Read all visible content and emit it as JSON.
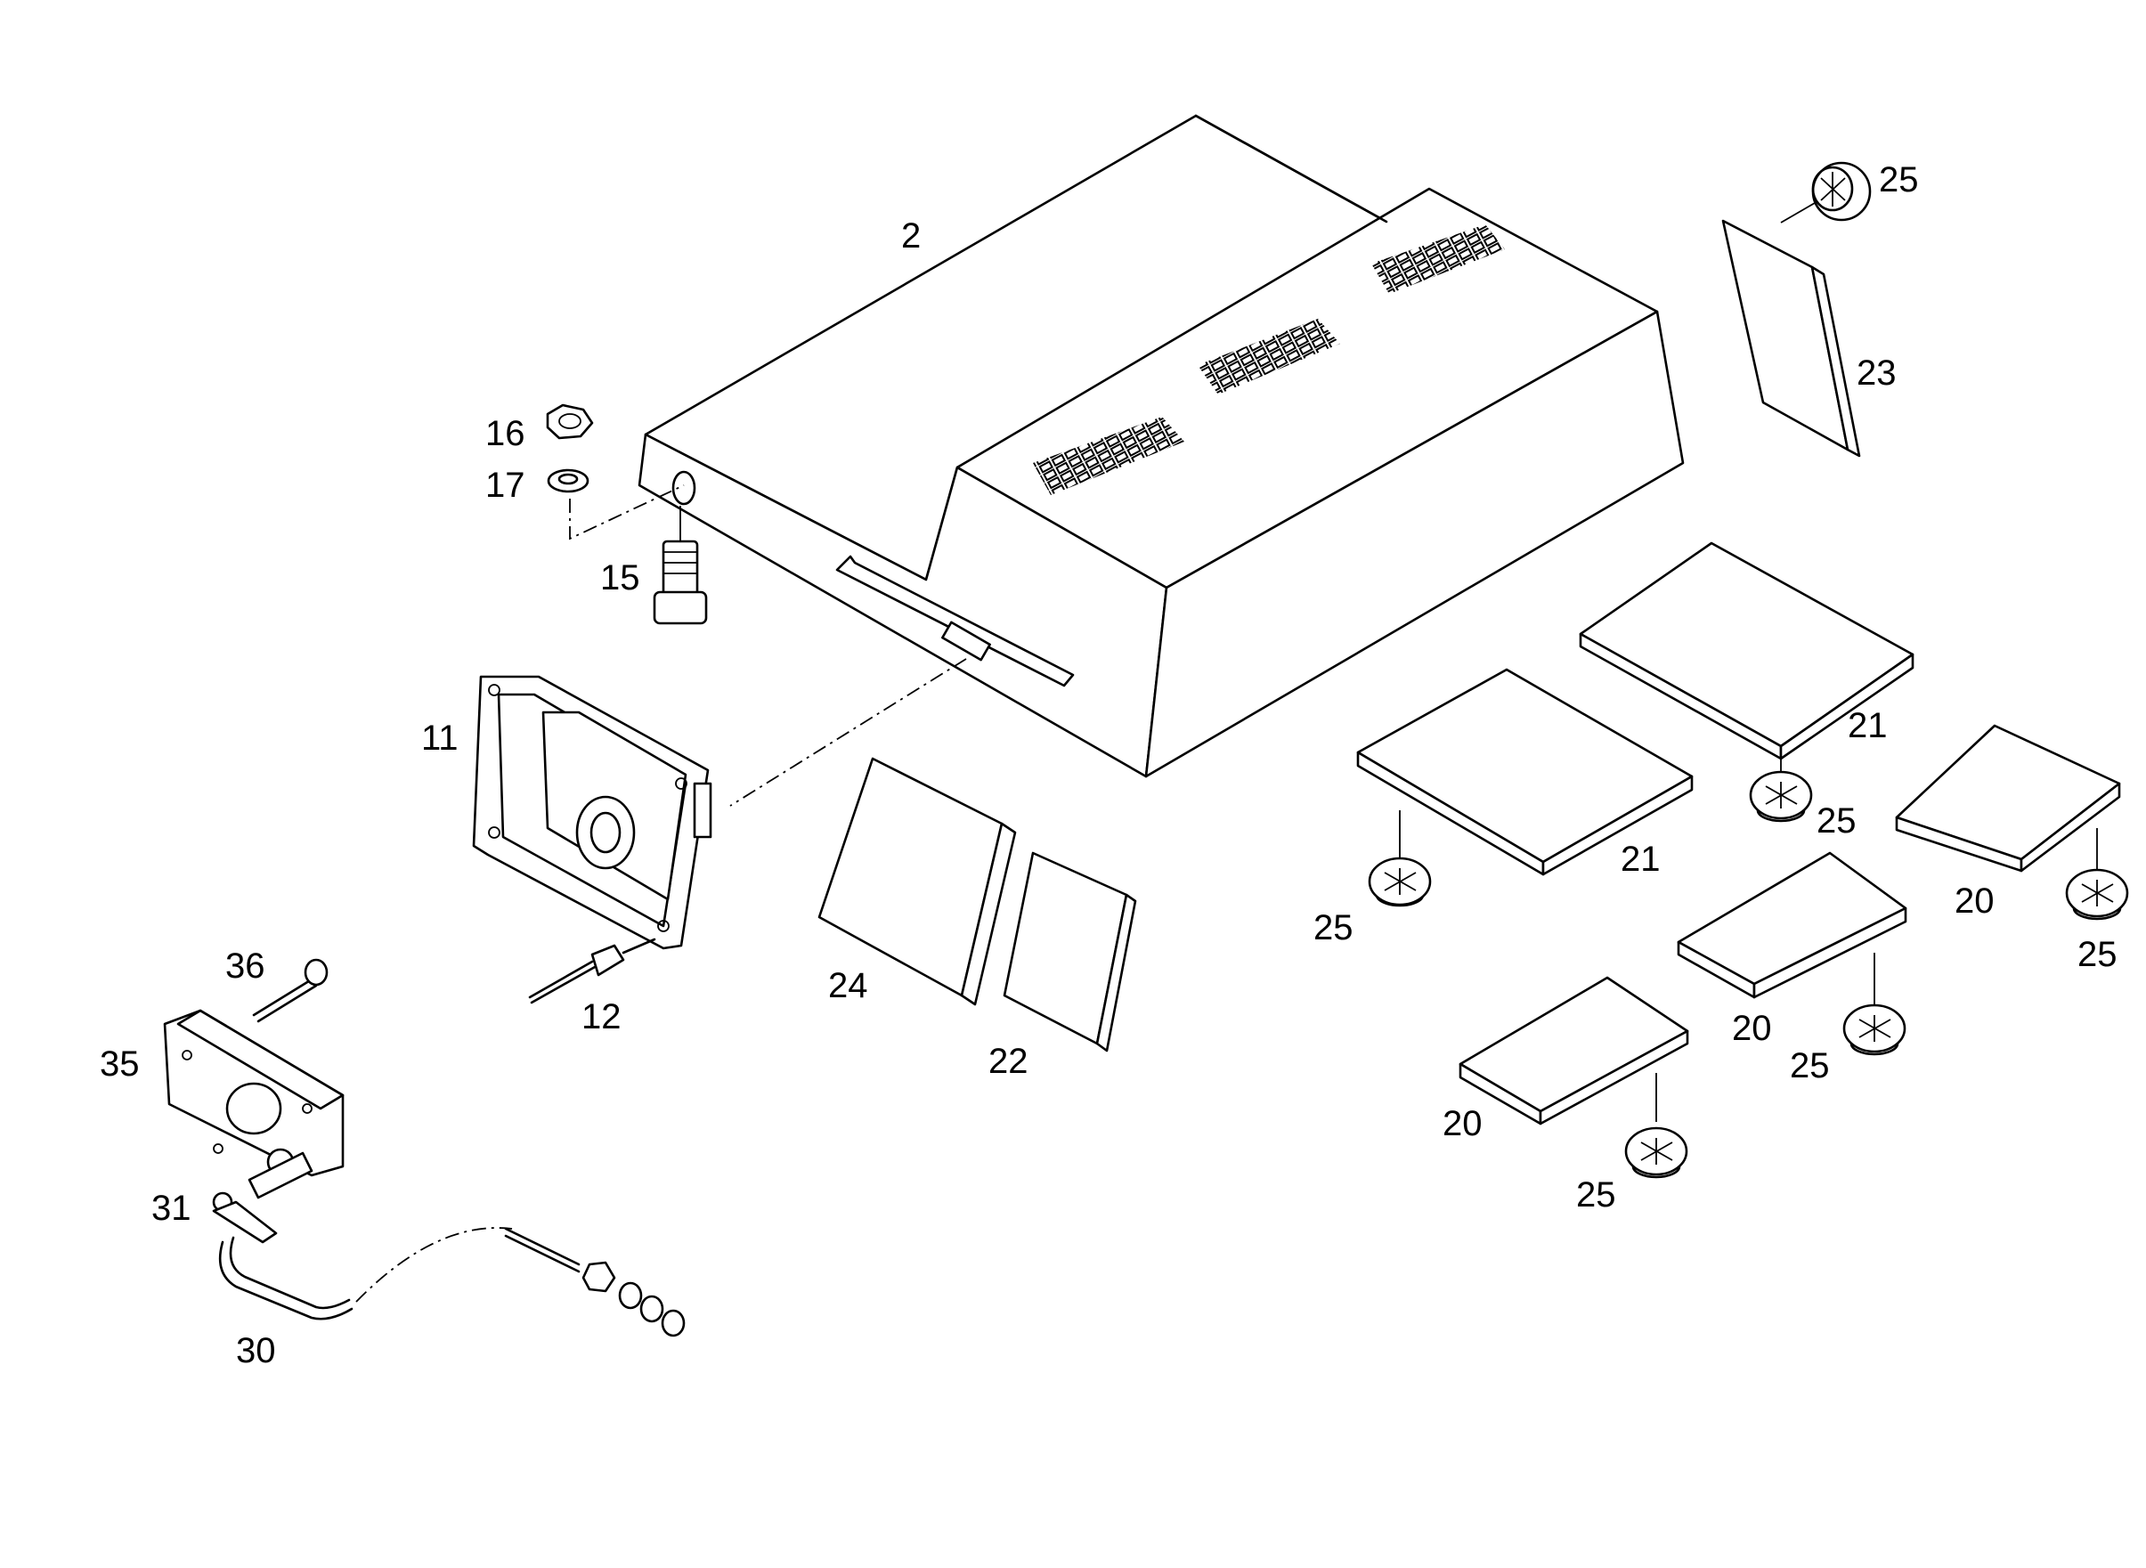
{
  "diagram": {
    "part_labels": [
      "2",
      "16",
      "17",
      "15",
      "11",
      "12",
      "36",
      "35",
      "31",
      "30",
      "24",
      "22",
      "25",
      "23",
      "21",
      "20"
    ]
  }
}
